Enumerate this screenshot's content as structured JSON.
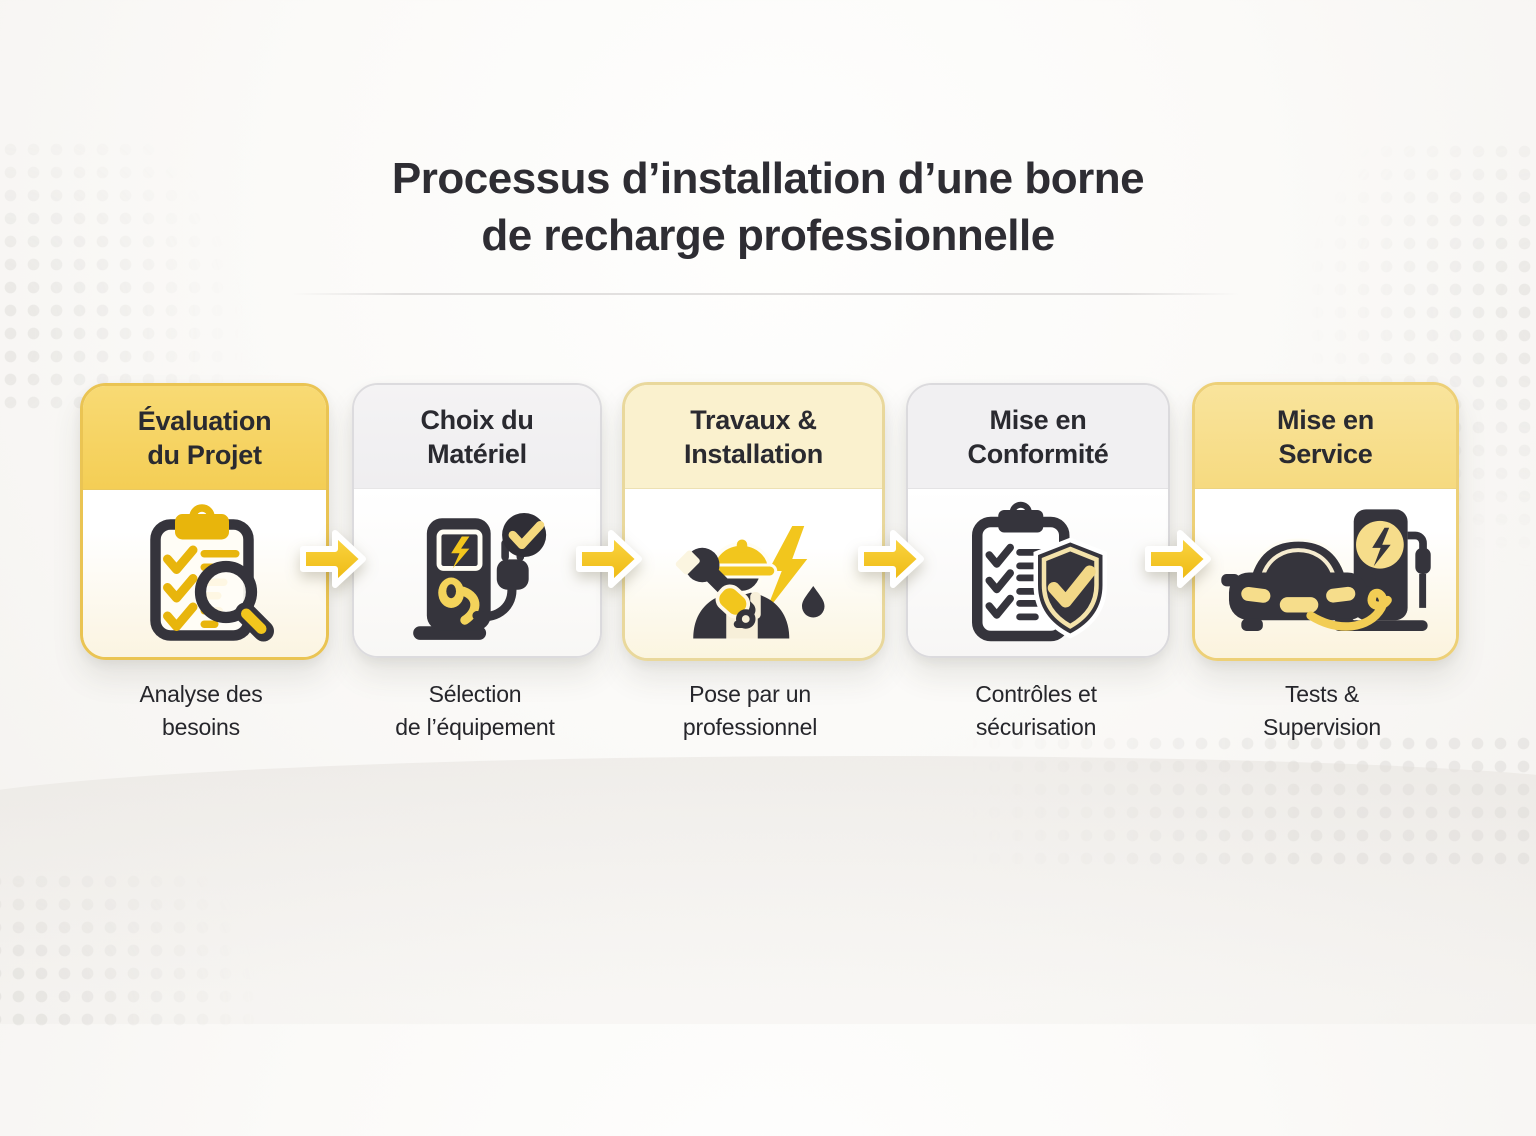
{
  "title": {
    "text": "Processus d’installation d’une borne\nde recharge professionnelle"
  },
  "steps": [
    {
      "id": 1,
      "header": "Évaluation\ndu Projet",
      "caption": "Analyse des\nbesoins",
      "icon": "clipboard-search-icon",
      "header_style": "yellow"
    },
    {
      "id": 2,
      "header": "Choix du\nMatériel",
      "caption": "Sélection\nde l’équipement",
      "icon": "ev-charger-check-icon",
      "header_style": "gray"
    },
    {
      "id": 3,
      "header": "Travaux &\nInstallation",
      "caption": "Pose par un\nprofessionnel",
      "icon": "technician-tools-icon",
      "header_style": "cream"
    },
    {
      "id": 4,
      "header": "Mise en\nConformité",
      "caption": "Contrôles et\nsécurisation",
      "icon": "checklist-shield-icon",
      "header_style": "gray"
    },
    {
      "id": 5,
      "header": "Mise en\nService",
      "caption": "Tests &\nSupervision",
      "icon": "car-charging-icon",
      "header_style": "yellow-light"
    }
  ],
  "flow": {
    "arrow_icon": "arrow-right-icon",
    "arrow_count": 4
  },
  "colors": {
    "accent_yellow": "#F2C61D",
    "arrow_yellow_top": "#FBD747",
    "arrow_yellow_bottom": "#EDB70D",
    "icon_dark": "#35343C",
    "header_yellow": "#F5D25F",
    "header_yellow_light": "#F7DF8E",
    "header_cream": "#FAF1CE",
    "header_gray": "#F1F0F2",
    "title_text": "#2E2D33",
    "caption_text": "#26262B"
  }
}
